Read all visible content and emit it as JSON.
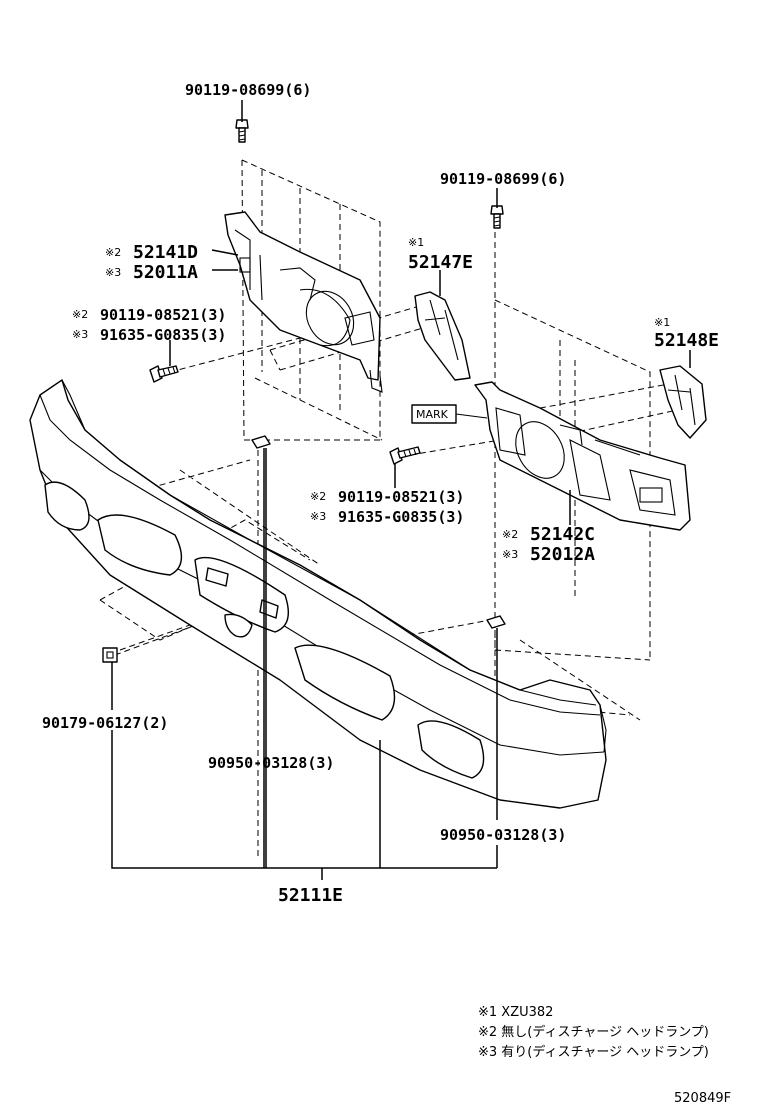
{
  "callouts": {
    "bolt_top_left": "90119-08699(6)",
    "bolt_top_right": "90119-08699(6)",
    "bracket_left_note2_prefix": "※2",
    "bracket_left_note2": "52141D",
    "bracket_left_note3_prefix": "※3",
    "bracket_left_note3": "52011A",
    "support_left_prefix": "※1",
    "support_left": "52147E",
    "bolt_left_note2_prefix": "※2",
    "bolt_left_note2": "90119-08521(3)",
    "bolt_left_note3_prefix": "※3",
    "bolt_left_note3": "91635-G0835(3)",
    "support_right_prefix": "※1",
    "support_right": "52148E",
    "mark_label": "MARK",
    "bolt_right_note2_prefix": "※2",
    "bolt_right_note2": "90119-08521(3)",
    "bolt_right_note3_prefix": "※3",
    "bolt_right_note3": "91635-G0835(3)",
    "bracket_right_note2_prefix": "※2",
    "bracket_right_note2": "52142C",
    "bracket_right_note3_prefix": "※3",
    "bracket_right_note3": "52012A",
    "nut_left": "90179-06127(2)",
    "clip_center": "90950-03128(3)",
    "clip_right": "90950-03128(3)",
    "bumper": "52111E"
  },
  "notes": [
    "※1 XZU382",
    "※2 無し(ディスチャージ ヘッドランプ)",
    "※3 有り(ディスチャージ ヘッドランプ)"
  ],
  "figure_code": "520849F"
}
